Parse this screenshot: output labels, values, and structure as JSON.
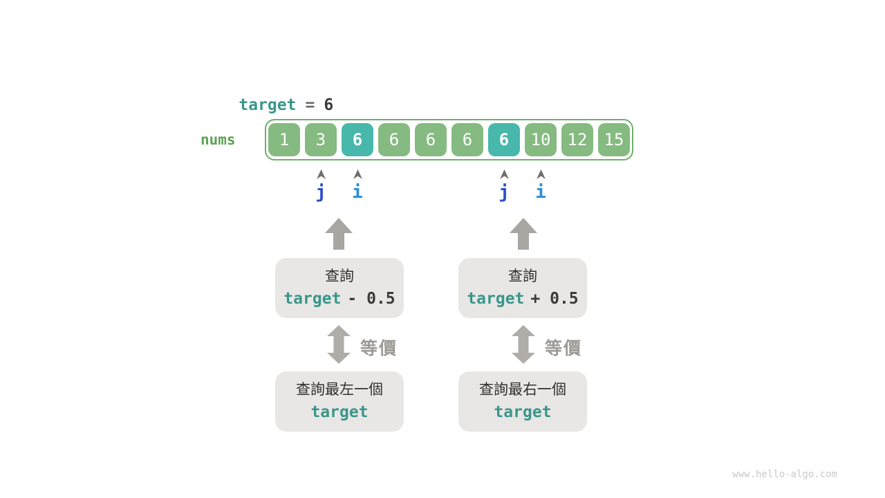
{
  "colors": {
    "teal-text": "#3a968a",
    "green-label": "#5ca254",
    "cell-green": "#85ba80",
    "cell-teal": "#47b8ab",
    "array-border": "#70b06a",
    "dark-text": "#3b3b3b",
    "eq-gray": "#666666",
    "arrow-gray": "#a9a5a1",
    "double-arrow-gray": "#b0aca8",
    "equiv-text": "#9d9995",
    "caret-gray": "#6e6e6e",
    "j-blue": "#2d4fc9",
    "i-blue": "#2b8ed6",
    "box-bg": "#e8e7e5",
    "watermark-gray": "#c9c9c9",
    "canvas-bg": "#ffffff"
  },
  "header": {
    "var": "target",
    "eq": "=",
    "value": "6"
  },
  "array": {
    "label": "nums",
    "cells": [
      {
        "value": "1",
        "highlight": false
      },
      {
        "value": "3",
        "highlight": false
      },
      {
        "value": "6",
        "highlight": true
      },
      {
        "value": "6",
        "highlight": false
      },
      {
        "value": "6",
        "highlight": false
      },
      {
        "value": "6",
        "highlight": false
      },
      {
        "value": "6",
        "highlight": true
      },
      {
        "value": "10",
        "highlight": false
      },
      {
        "value": "12",
        "highlight": false
      },
      {
        "value": "15",
        "highlight": false
      }
    ]
  },
  "pointers": [
    {
      "label": "j",
      "cell_index": 1,
      "variant": "j"
    },
    {
      "label": "i",
      "cell_index": 2,
      "variant": "i"
    },
    {
      "label": "j",
      "cell_index": 6,
      "variant": "j"
    },
    {
      "label": "i",
      "cell_index": 7,
      "variant": "i"
    }
  ],
  "branches": [
    {
      "side": "left",
      "query_label": "查詢",
      "expr_var": "target",
      "expr_op": "- 0.5",
      "equiv_label": "等價",
      "result_label": "查詢最左一個",
      "result_var": "target"
    },
    {
      "side": "right",
      "query_label": "查詢",
      "expr_var": "target",
      "expr_op": "+ 0.5",
      "equiv_label": "等價",
      "result_label": "查詢最右一個",
      "result_var": "target"
    }
  ],
  "watermark": "www.hello-algo.com"
}
